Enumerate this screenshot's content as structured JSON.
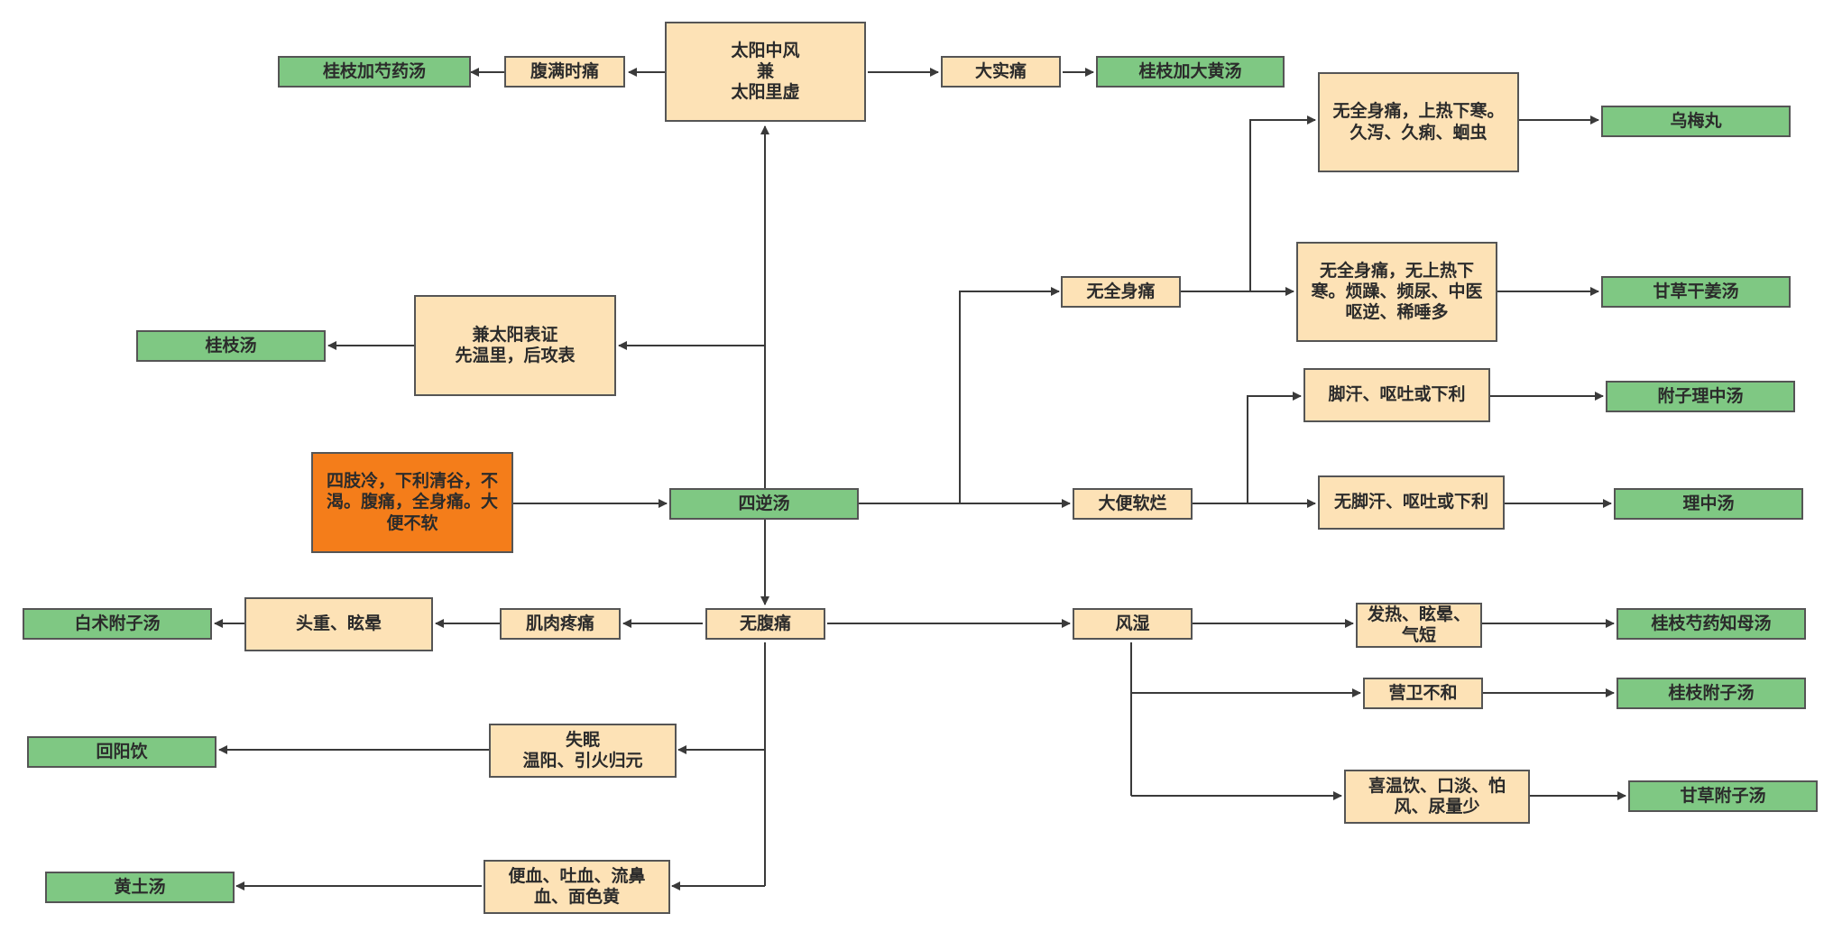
{
  "colors": {
    "condition_fill": "#fde2b6",
    "formula_fill": "#7fc883",
    "start_fill": "#f47d1a",
    "line": "#3a3a3a"
  },
  "nodes": {
    "taiyang_zhongfeng": "太阳中风\n兼\n太阳里虚",
    "fuman_shitong": "腹满时痛",
    "guizhi_jia_shaoyao": "桂枝加芍药汤",
    "dashi_tong": "大实痛",
    "guizhi_jia_dahuang": "桂枝加大黄汤",
    "jian_taiyang_biao": "兼太阳表证\n先温里，后攻表",
    "guizhi_tang": "桂枝汤",
    "sizhi_leng": "四肢冷，下利清谷，不\n渴。腹痛，全身痛。大\n便不软",
    "sini_tang": "四逆汤",
    "wu_quanshen_tong": "无全身痛",
    "shang_re_xia_han": "无全身痛，上热下寒。\n久泻、久痢、蛔虫",
    "wumei_wan": "乌梅丸",
    "wu_shangre_xiahan": "无全身痛，无上热下\n寒。烦躁、频尿、中医\n呕逆、稀唾多",
    "gancao_ganjiang": "甘草干姜汤",
    "dabian_ruanlan": "大便软烂",
    "jiaohan": "脚汗、呕吐或下利",
    "fuzi_lizhong": "附子理中汤",
    "wu_jiaohan": "无脚汗、呕吐或下利",
    "lizhong_tang": "理中汤",
    "wu_futong": "无腹痛",
    "jirou_tengtong": "肌肉疼痛",
    "touzhong_xuanyun": "头重、眩晕",
    "baizhu_fuzi": "白术附子汤",
    "shimian": "失眠\n温阳、引火归元",
    "huiyang_yin": "回阳饮",
    "bianxue": "便血、吐血、流鼻\n血、面色黄",
    "huangtu_tang": "黄土汤",
    "fengshi": "风湿",
    "fare": "发热、眩晕、\n气短",
    "guizhi_shaoyao_zhimu": "桂枝芍药知母汤",
    "yingwei_buhe": "营卫不和",
    "guizhi_fuzi": "桂枝附子汤",
    "xi_wenyin": "喜温饮、口淡、怕\n风、尿量少",
    "gancao_fuzi": "甘草附子汤"
  }
}
